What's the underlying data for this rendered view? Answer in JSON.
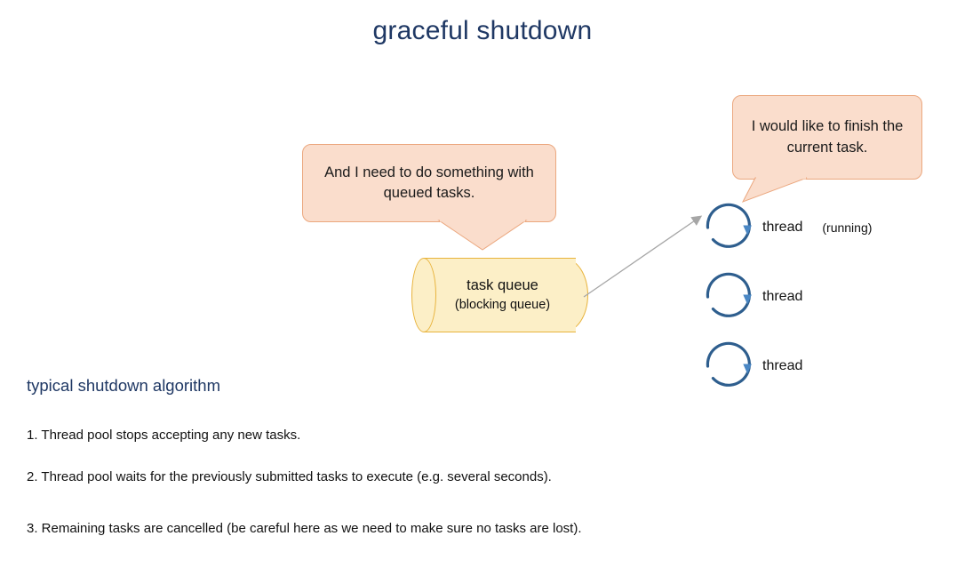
{
  "slide": {
    "title": "graceful shutdown"
  },
  "bubbles": [
    {
      "id": "queue-bubble",
      "text": "And I need to do something with queued tasks.",
      "fill": "#FADDCC",
      "stroke": "#EBA77E"
    },
    {
      "id": "thread-bubble",
      "text": "I would like to finish the current task.",
      "fill": "#FADDCC",
      "stroke": "#EBA77E"
    }
  ],
  "queue": {
    "title": "task queue",
    "subtitle": "(blocking queue)",
    "fill": "#FCEFC7",
    "stroke": "#E8B33C"
  },
  "threads": [
    {
      "label": "thread",
      "state": "(running)"
    },
    {
      "label": "thread",
      "state": ""
    },
    {
      "label": "thread",
      "state": ""
    }
  ],
  "thread_style": {
    "ring_color": "#2E5E8E",
    "arrow_color": "#4A87C4"
  },
  "connector": {
    "color": "#A6A6A6"
  },
  "algorithm": {
    "heading": "typical shutdown algorithm",
    "heading_color": "#1F3864",
    "steps": [
      "1. Thread pool stops accepting any new tasks.",
      "2. Thread pool waits for the previously submitted tasks to execute (e.g. several seconds).",
      "3. Remaining tasks are cancelled (be careful here as we need to make sure no tasks are lost)."
    ]
  }
}
